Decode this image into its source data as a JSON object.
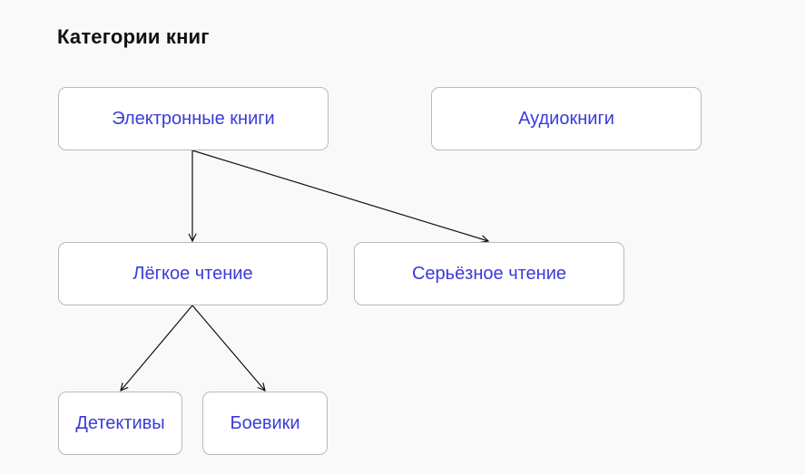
{
  "title": "Категории книг",
  "nodes": {
    "ebooks": "Электронные книги",
    "audiobooks": "Аудиокниги",
    "light_reading": "Лёгкое чтение",
    "serious_reading": "Серьёзное чтение",
    "detectives": "Детективы",
    "action": "Боевики"
  },
  "edges": [
    {
      "from": "ebooks",
      "to": "light_reading"
    },
    {
      "from": "ebooks",
      "to": "serious_reading"
    },
    {
      "from": "light_reading",
      "to": "detectives"
    },
    {
      "from": "light_reading",
      "to": "action"
    }
  ],
  "colors": {
    "node_text": "#3b3bd9",
    "node_border": "#b9b9b9",
    "edge": "#111111",
    "background": "#f9f9f9"
  }
}
